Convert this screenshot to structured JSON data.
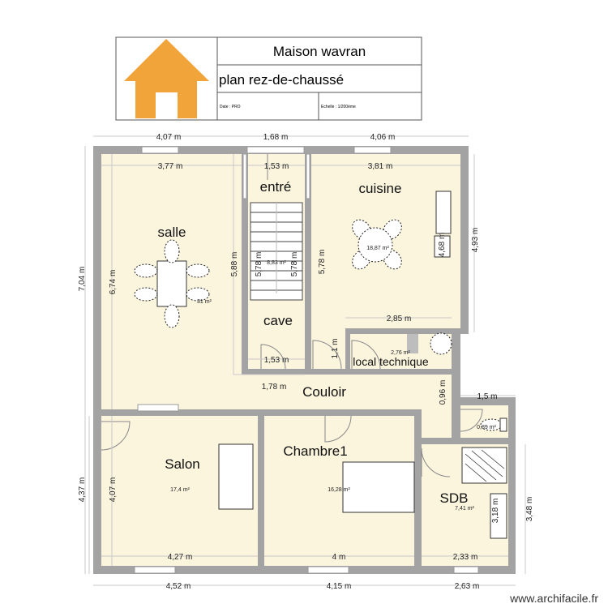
{
  "cartouche": {
    "title": "Maison wavran",
    "subtitle": "plan rez-de-chaussé",
    "date": "Date : PRO",
    "scale": "Echelle : 1/200ème",
    "logo_color": "#f0a43a"
  },
  "rooms": {
    "salle": "salle",
    "entre": "entré",
    "cuisine": "cuisine",
    "cave": "cave",
    "local_technique": "local technique",
    "couloir": "Couloir",
    "salon": "Salon",
    "chambre1": "Chambre1",
    "sdb": "SDB"
  },
  "areas": {
    "salle": "31 m²",
    "escalier": "8,83 m²",
    "cuisine": "18,87 m²",
    "local_technique": "2,76 m²",
    "salon": "17,4 m²",
    "chambre1": "16,28 m²",
    "sdb": "7,41 m²",
    "wc": "0,89 m²"
  },
  "dimensions": {
    "top_left": "4,07 m",
    "top_mid": "1,68 m",
    "top_right": "4,06 m",
    "salle_width": "3,77 m",
    "entre_width": "1,53 m",
    "cuisine_width": "3,81 m",
    "left_total": "7,04 m",
    "salle_height": "6,74 m",
    "stair_left_height": "5,88 m",
    "stair_inner_a": "5,78 m",
    "stair_inner_b": "5,78 m",
    "cuisine_height": "5,78 m",
    "cuisine_right": "4,93 m",
    "cuisine_unit": "4,68 m",
    "local_width": "2,85 m",
    "cave_width": "1,53 m",
    "door_height": "1,1 m",
    "couloir_width": "1,78 m",
    "couloir_height": "0,96 m",
    "wc_width": "1,5 m",
    "left_lower": "4,37 m",
    "salon_height": "4,07 m",
    "salon_width": "4,27 m",
    "chambre_width": "4 m",
    "sdb_width": "2,33 m",
    "sdb_height": "3,48 m",
    "sdb_unit": "3,18 m",
    "bottom_left": "4,52 m",
    "bottom_mid": "4,15 m",
    "bottom_right": "2,63 m"
  },
  "colors": {
    "wall": "#a3a3a3",
    "floor": "#fbf5de"
  },
  "watermark": "www.archifacile.fr"
}
